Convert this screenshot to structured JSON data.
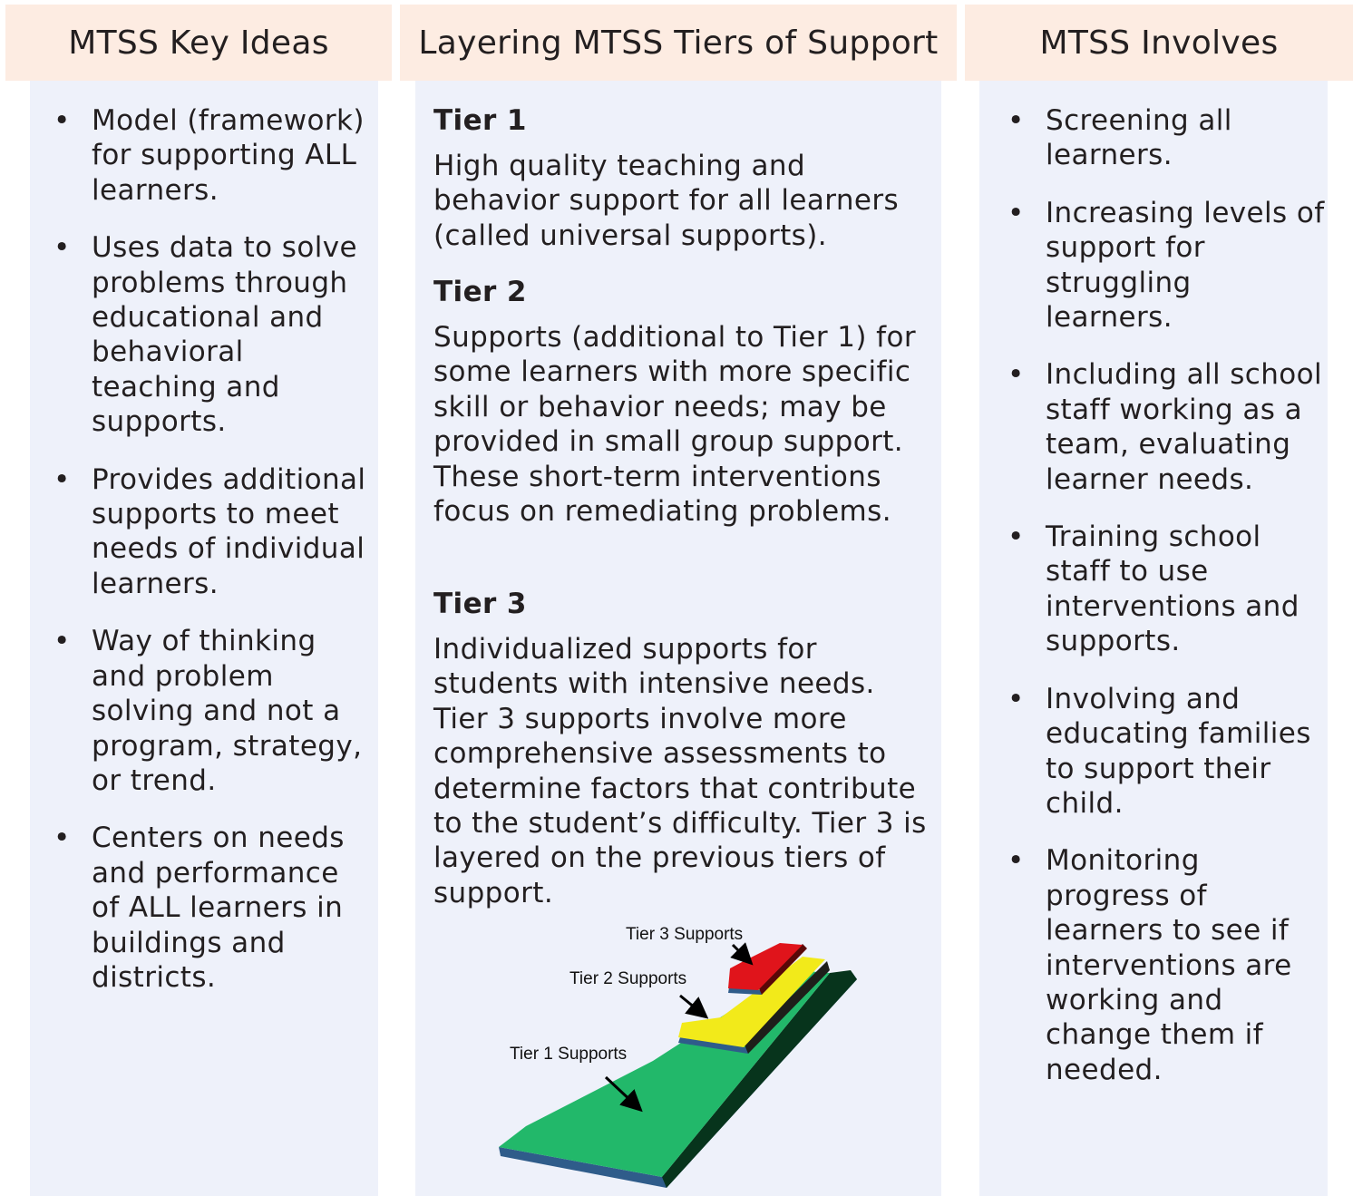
{
  "columns": [
    {
      "header": "MTSS Key Ideas",
      "items": [
        "Model (framework) for supporting ALL learners.",
        "Uses data to solve problems through educational and behavioral teaching and supports.",
        "Provides additional supports to meet needs of individual learners.",
        "Way of thinking and problem solving and not a program, strategy, or trend.",
        "Centers on needs and performance of ALL learners in buildings and districts."
      ]
    },
    {
      "header": "Layering MTSS Tiers of Support",
      "tiers": [
        {
          "title": "Tier 1",
          "text": "High quality teaching and behavior support for all learners (called universal supports)."
        },
        {
          "title": "Tier 2",
          "text": "Supports (additional to Tier 1) for some learners with more specific skill or behavior needs; may be provided in small group support. These short-term interventions focus on remediating problems."
        },
        {
          "title": "Tier 3",
          "text": "Individualized supports for students with intensive needs. Tier 3 supports involve more comprehensive assessments to determine factors that contribute to the student’s difficulty. Tier 3 is layered on the previous tiers of support."
        }
      ]
    },
    {
      "header": "MTSS Involves",
      "items": [
        "Screening all learners.",
        "Increasing levels of support for struggling learners.",
        "Including all school staff working as a team, evaluating learner needs.",
        "Training school staff to use interventions and supports.",
        "Involving and educating families to support their child.",
        "Monitoring progress of learners to see if interventions are working and change them if needed."
      ]
    }
  ],
  "diagram": {
    "labels": {
      "tier1": "Tier 1 Supports",
      "tier2": "Tier 2 Supports",
      "tier3": "Tier 3 Supports"
    },
    "colors": {
      "tier1": "#22b86a",
      "tier2": "#f2ea1a",
      "tier3": "#e0141b",
      "header_bg": "#fdece2",
      "column_bg": "#eef1fa"
    }
  },
  "icons": {
    "bullet": "•"
  }
}
